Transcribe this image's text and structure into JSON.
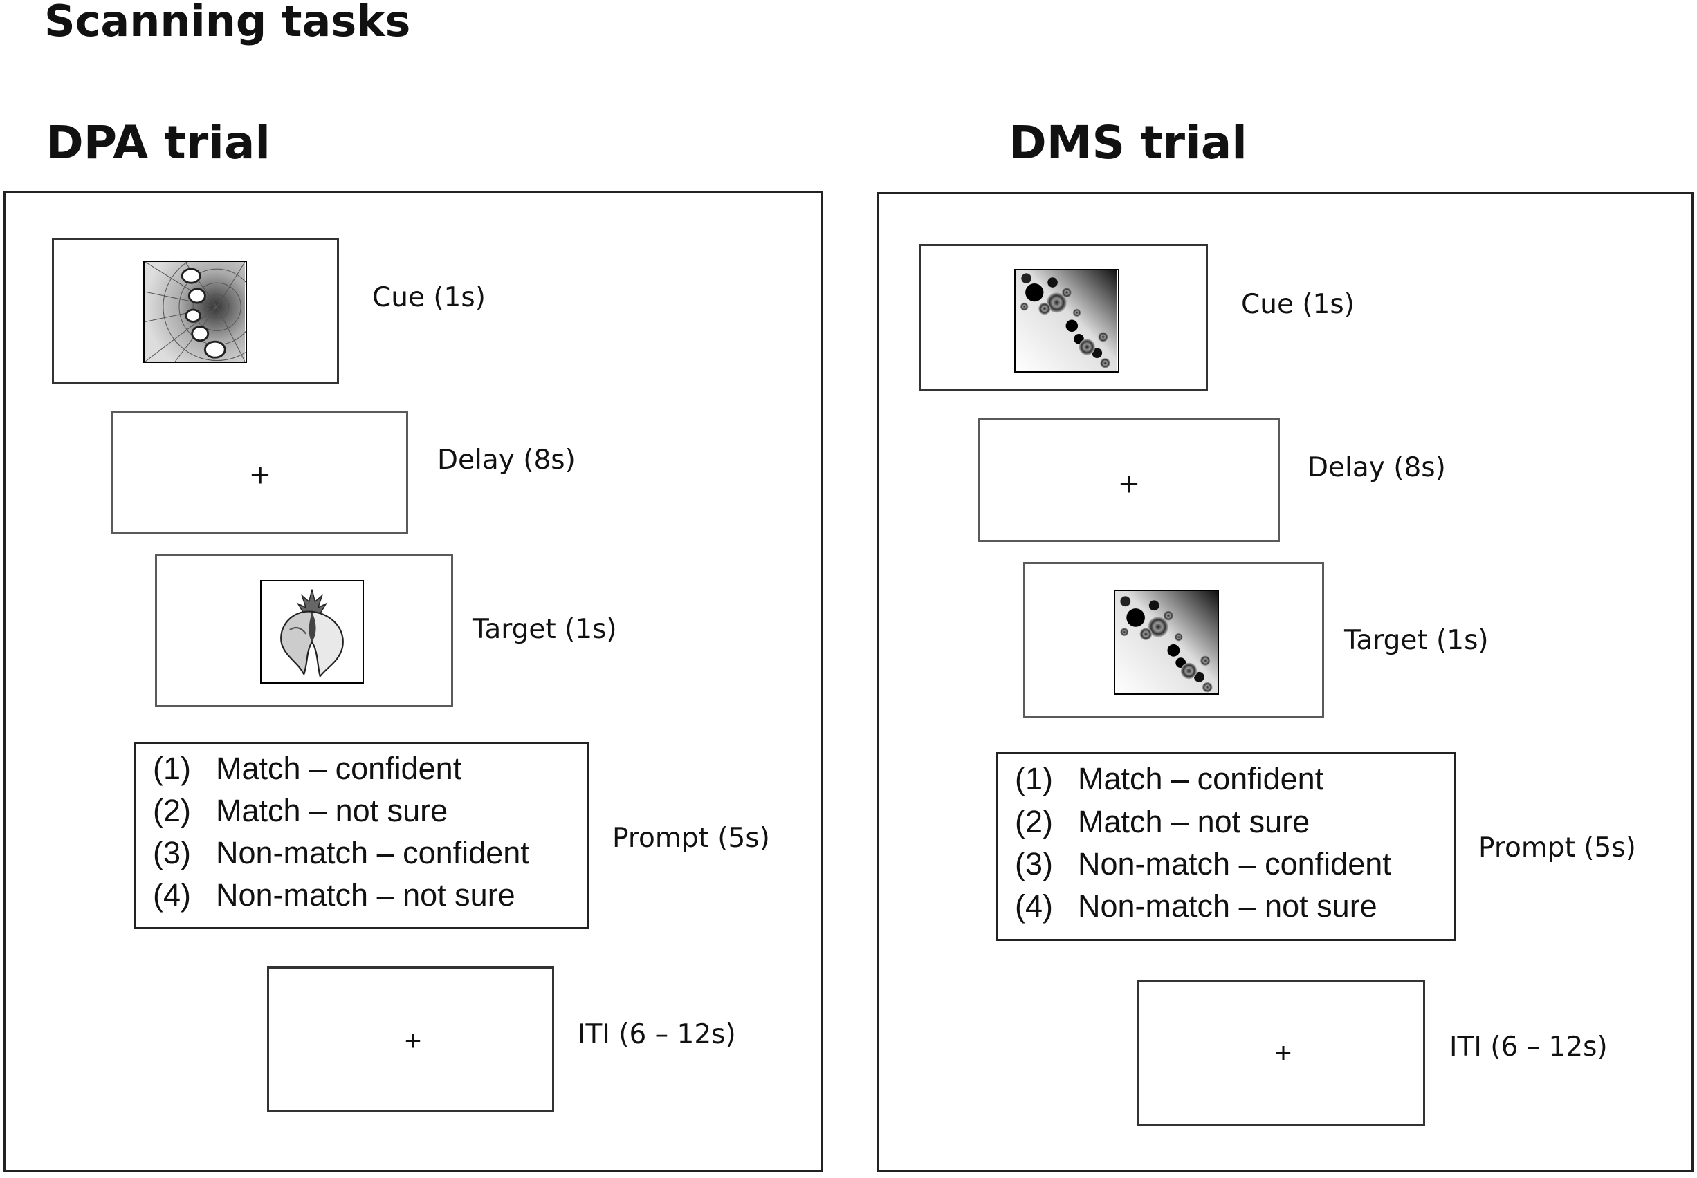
{
  "title": "Scanning tasks",
  "panels": {
    "dpa": {
      "title": "DPA trial",
      "cue_label": "Cue (1s)",
      "delay_label": "Delay (8s)",
      "delay_symbol": "+",
      "target_label": "Target (1s)",
      "prompt_label": "Prompt (5s)",
      "iti_label": "ITI (6 – 12s)",
      "iti_symbol": "+",
      "options": [
        {
          "num": "(1)",
          "text": "Match – confident"
        },
        {
          "num": "(2)",
          "text": "Match – not sure"
        },
        {
          "num": "(3)",
          "text": "Non-match – confident"
        },
        {
          "num": "(4)",
          "text": "Non-match – not sure"
        }
      ]
    },
    "dms": {
      "title": "DMS trial",
      "cue_label": "Cue (1s)",
      "delay_label": "Delay (8s)",
      "delay_symbol": "+",
      "target_label": "Target (1s)",
      "prompt_label": "Prompt (5s)",
      "iti_label": "ITI (6 – 12s)",
      "iti_symbol": "+",
      "options": [
        {
          "num": "(1)",
          "text": "Match – confident"
        },
        {
          "num": "(2)",
          "text": "Match – not sure"
        },
        {
          "num": "(3)",
          "text": "Non-match – confident"
        },
        {
          "num": "(4)",
          "text": "Non-match – not sure"
        }
      ]
    }
  }
}
